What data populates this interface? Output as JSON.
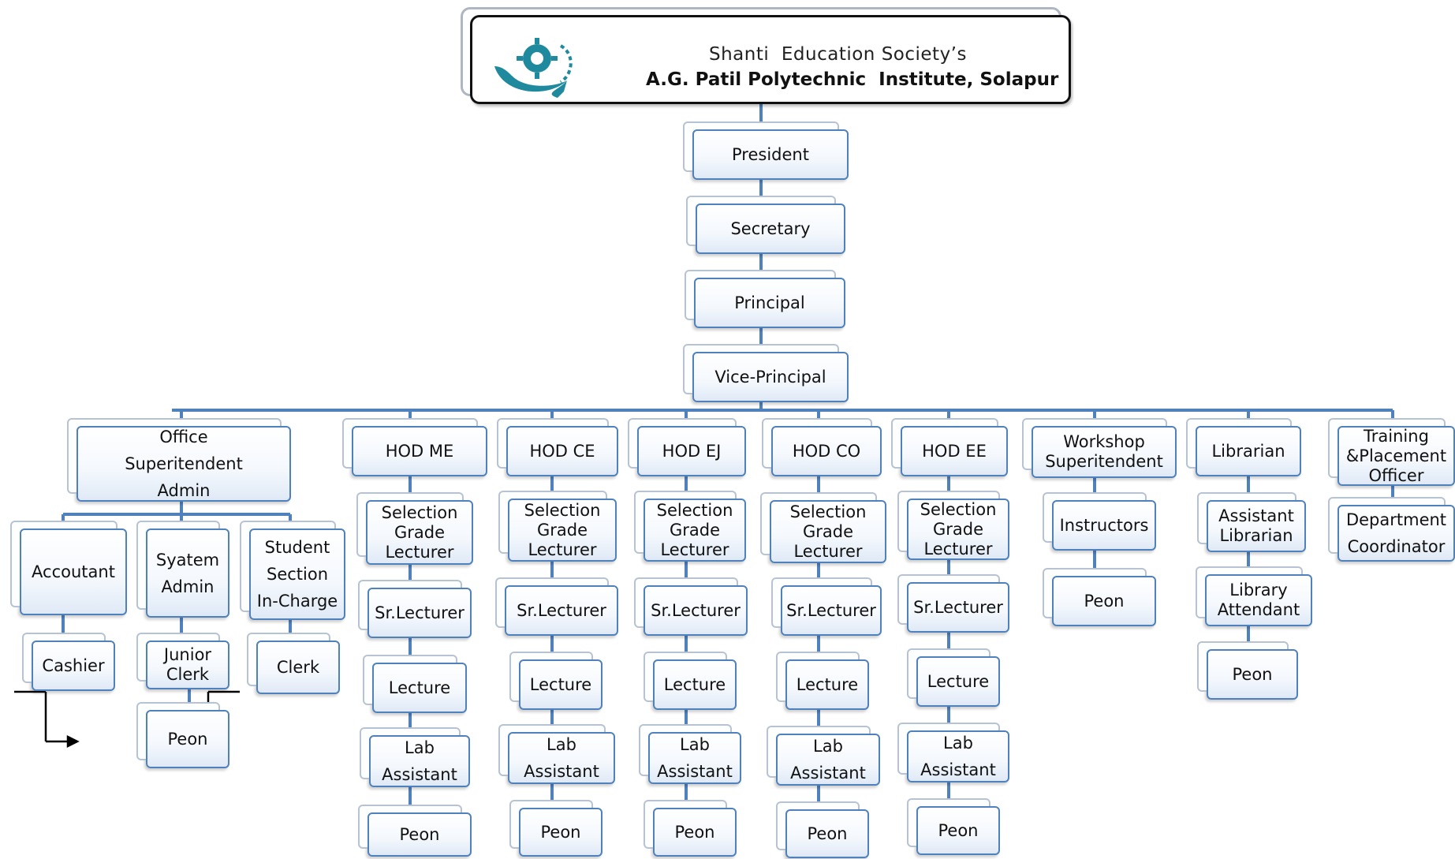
{
  "header": {
    "line1": "Shanti  Education Society’s",
    "line2": "A.G. Patil Polytechnic  Institute, Solapur",
    "logo_icon": "swirl-gear-logo",
    "logo_color": "#1f8a9e"
  },
  "colors": {
    "line": "#4f81bd",
    "box_border": "#4f81bd",
    "shadow_border": "#b7c3d3"
  },
  "leadership": [
    "President",
    "Secretary",
    "Principal",
    "Vice-Principal"
  ],
  "office": {
    "head": "Office\nSuperitendent\nAdmin",
    "accountant": "Accoutant",
    "system_admin": "Syatem\nAdmin",
    "student_section": "Student\nSection\nIn-Charge",
    "cashier": "Cashier",
    "junior_clerk": "Junior\nClerk",
    "clerk": "Clerk",
    "peon": "Peon"
  },
  "departments": [
    {
      "head": "HOD ME",
      "roles": [
        "Selection\nGrade\nLecturer",
        "Sr.Lecturer",
        "Lecture",
        "Lab\nAssistant",
        "Peon"
      ]
    },
    {
      "head": "HOD CE",
      "roles": [
        "Selection\nGrade\nLecturer",
        "Sr.Lecturer",
        "Lecture",
        "Lab\nAssistant",
        "Peon"
      ]
    },
    {
      "head": "HOD EJ",
      "roles": [
        "Selection\nGrade\nLecturer",
        "Sr.Lecturer",
        "Lecture",
        "Lab\nAssistant",
        "Peon"
      ]
    },
    {
      "head": "HOD CO",
      "roles": [
        "Selection\nGrade\nLecturer",
        "Sr.Lecturer",
        "Lecture",
        "Lab\nAssistant",
        "Peon"
      ]
    },
    {
      "head": "HOD EE",
      "roles": [
        "Selection\nGrade\nLecturer",
        "Sr.Lecturer",
        "Lecture",
        "Lab\nAssistant",
        "Peon"
      ]
    }
  ],
  "workshop": {
    "head": "Workshop\nSuperitendent",
    "roles": [
      "Instructors",
      "Peon"
    ]
  },
  "library": {
    "head": "Librarian",
    "roles": [
      "Assistant\nLibrarian",
      "Library\nAttendant",
      "Peon"
    ]
  },
  "placement": {
    "head": "Training\n&Placement\nOfficer",
    "roles": [
      "Department\nCoordinator"
    ]
  }
}
